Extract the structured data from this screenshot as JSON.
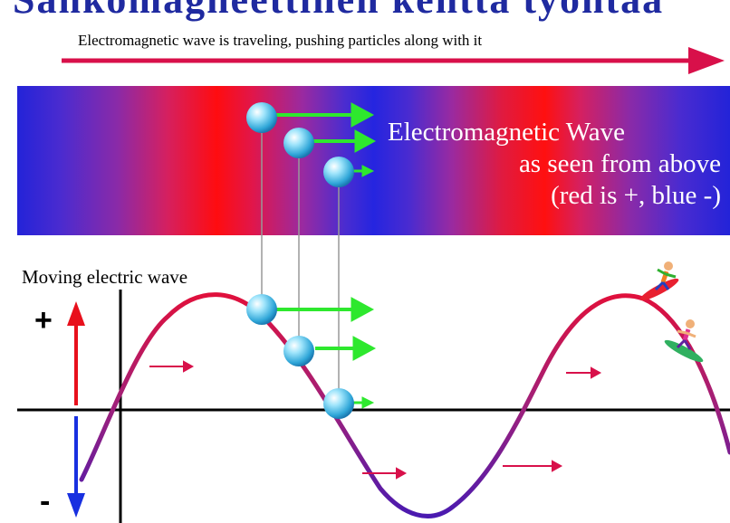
{
  "title": "Sähkömagneettinen kenttä työntää",
  "caption": "Electromagnetic wave is traveling, pushing particles along with it",
  "banner": {
    "line1": "Electromagnetic Wave",
    "line2": "as seen from above",
    "line3": "(red is +, blue -)"
  },
  "wave_label": "Moving electric wave",
  "axis_signs": {
    "plus": "+",
    "minus": "-"
  },
  "colors": {
    "title": "#1f2aa0",
    "wave_positive": "#e0103c",
    "wave_negative": "#5a1aa8",
    "force_arrow": "#2ee82e",
    "travel_arrow": "#d8104a",
    "particle": "#49c4ee",
    "banner_red": "#ff0c10",
    "banner_blue": "#2323d8"
  },
  "icons": [
    "particle-sphere-icon",
    "surfer-icon",
    "force-arrow-icon",
    "travel-arrow-icon"
  ]
}
